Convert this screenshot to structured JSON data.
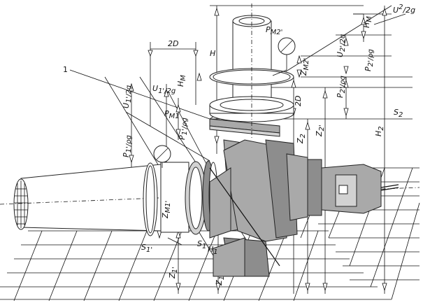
{
  "figure": {
    "callout_number": "1",
    "labels": {
      "two_d_top": "2D",
      "two_d_mid": "2D",
      "h_total": "H",
      "pm2": "P",
      "pm2_sub": "M2'",
      "u2_head": "U",
      "u2_head_sub": "2'/2g",
      "u2_right": "U",
      "u2_right_sub": "2",
      "u2_right_tail": "/2g",
      "hm_right": "H",
      "hm_right_sub": "M",
      "p2_head": "P",
      "p2_head_sub": "2'/ρg",
      "p2_mid": "P",
      "p2_mid_sub": "2'/ρg",
      "zm2": "Z",
      "zm2_sub": "M2'",
      "z2": "Z",
      "z2_sub": "2",
      "z2p": "Z",
      "z2p_sub": "2'",
      "s2": "S",
      "s2_sub": "2",
      "h2": "H",
      "h2_sub": "2",
      "u1_head": "U",
      "u1_head_sub": "1'/2g",
      "u1_mid": "U",
      "u1_mid_sub": "1'/2g",
      "hm_left": "H",
      "hm_left_sub": "M",
      "pm1": "P",
      "pm1_sub": "M1",
      "p1_left": "P",
      "p1_left_sub": "1'/ρg",
      "p1_mid": "P",
      "p1_mid_sub": "1'/ρg",
      "zm1": "Z",
      "zm1_sub": "M1'",
      "s1p": "S",
      "s1p_sub": "1'",
      "s1": "S",
      "s1_sub": "1",
      "h1": "H",
      "h1_sub": "1",
      "z1p": "Z",
      "z1p_sub": "1'",
      "z1": "Z",
      "z1_sub": "1"
    }
  }
}
